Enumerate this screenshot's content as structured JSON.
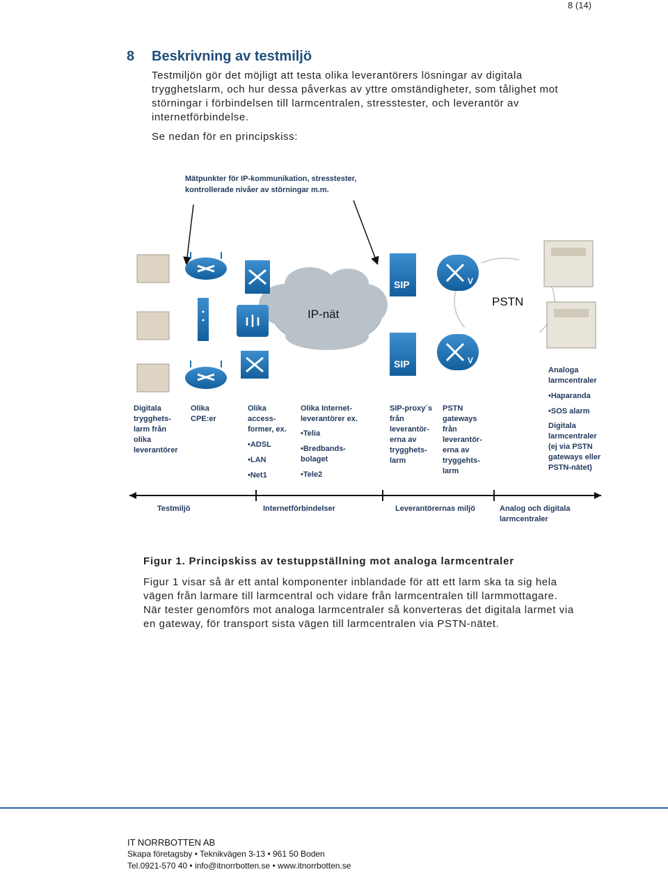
{
  "header": {
    "page_number": "8 (14)"
  },
  "section": {
    "number": "8",
    "title": "Beskrivning av testmiljö",
    "paragraph1": "Testmiljön gör det möjligt att testa olika leverantörers lösningar av digitala trygghetslarm, och hur dessa påverkas av yttre omständigheter, som tålighet mot störningar i förbindelsen till larmcentralen, stresstester, och leverantör av internetförbindelse.",
    "paragraph2": "Se nedan för en principskiss:"
  },
  "figure": {
    "callout": [
      "Mätpunkter för IP-kommunikation, stresstester,",
      "kontrollerade nivåer av störningar m.m."
    ],
    "cloud_ip": "IP-nät",
    "cloud_pstn": "PSTN",
    "labels": {
      "digitala": [
        "Digitala",
        "trygghets-",
        "larm från",
        "olika",
        "leverantörer"
      ],
      "cpe": [
        "Olika",
        "CPE:er"
      ],
      "access": [
        "Olika",
        "access-",
        "former, ex.",
        "•ADSL",
        "•LAN",
        "•Net1"
      ],
      "internet": [
        "Olika Internet-",
        "leverantörer ex.",
        "•Telia",
        "•Bredbands-",
        " bolaget",
        "•Tele2"
      ],
      "sip": [
        "SIP-proxy´s",
        "från",
        "leverantör-",
        "erna av",
        "trygghets-",
        "larm"
      ],
      "pstn_gw": [
        "PSTN",
        "gateways",
        "från",
        "leverantör-",
        "erna av",
        "tryggehts-",
        "larm"
      ],
      "analog": [
        "Analoga",
        "larmcentraler",
        "•Haparanda",
        "•SOS alarm",
        "Digitala",
        "larmcentraler",
        "(ej via PSTN",
        "gateways eller",
        "PSTN-nätet)"
      ]
    },
    "zones": [
      "Testmiljö",
      "Internetförbindelser",
      "Leverantörernas miljö",
      "Analog och digitala",
      "larmcentraler"
    ],
    "device_labels": {
      "sip": "SIP",
      "v": "V"
    }
  },
  "caption": "Figur 1. Principskiss av testuppställning mot analoga larmcentraler",
  "body": "Figur 1 visar så är ett antal komponenter inblandade för att ett larm ska ta sig hela vägen från larmare till larmcentral och vidare från larmcentralen till larmmottagare. När tester genomförs mot analoga larmcentraler så konverteras det digitala larmet via en gateway, för transport sista vägen till larmcentralen via PSTN-nätet.",
  "footer": {
    "company": "IT NORRBOTTEN AB",
    "address": "Skapa företagsby • Teknikvägen 3-13 • 961 50 Boden",
    "contact": "Tel.0921-570 40 • info@itnorrbotten.se • www.itnorrbotten.se"
  },
  "colors": {
    "heading": "#1f4e79",
    "device_blue": "#1a73b8",
    "cloud": "#b9c2c9",
    "rule": "#2d5fa1"
  }
}
